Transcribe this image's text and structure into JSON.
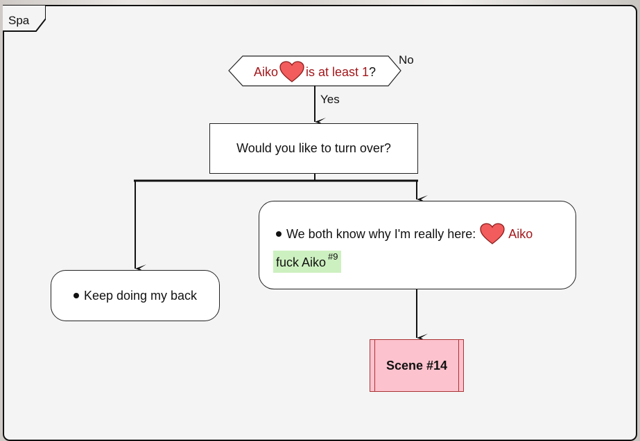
{
  "frame": {
    "label": "Spa"
  },
  "decision": {
    "part1": "Aiko",
    "heart_icon": "heart-icon",
    "part2": "is at least 1",
    "part3": "?",
    "yes_label": "Yes",
    "no_label": "No"
  },
  "question": {
    "text": "Would you like to turn over?"
  },
  "option_left": {
    "text": "Keep doing my back"
  },
  "option_right": {
    "text": "We both know why I'm really here:",
    "heart_icon": "heart-icon",
    "name": "Aiko",
    "tag_text": "fuck Aiko",
    "tag_sup": "#9"
  },
  "scene": {
    "label": "Scene #14"
  },
  "colors": {
    "accent_red": "#a3171b",
    "heart_fill": "#f25c5c",
    "tag_bg": "#cdf0c0",
    "scene_bg": "#fcc2cd"
  }
}
